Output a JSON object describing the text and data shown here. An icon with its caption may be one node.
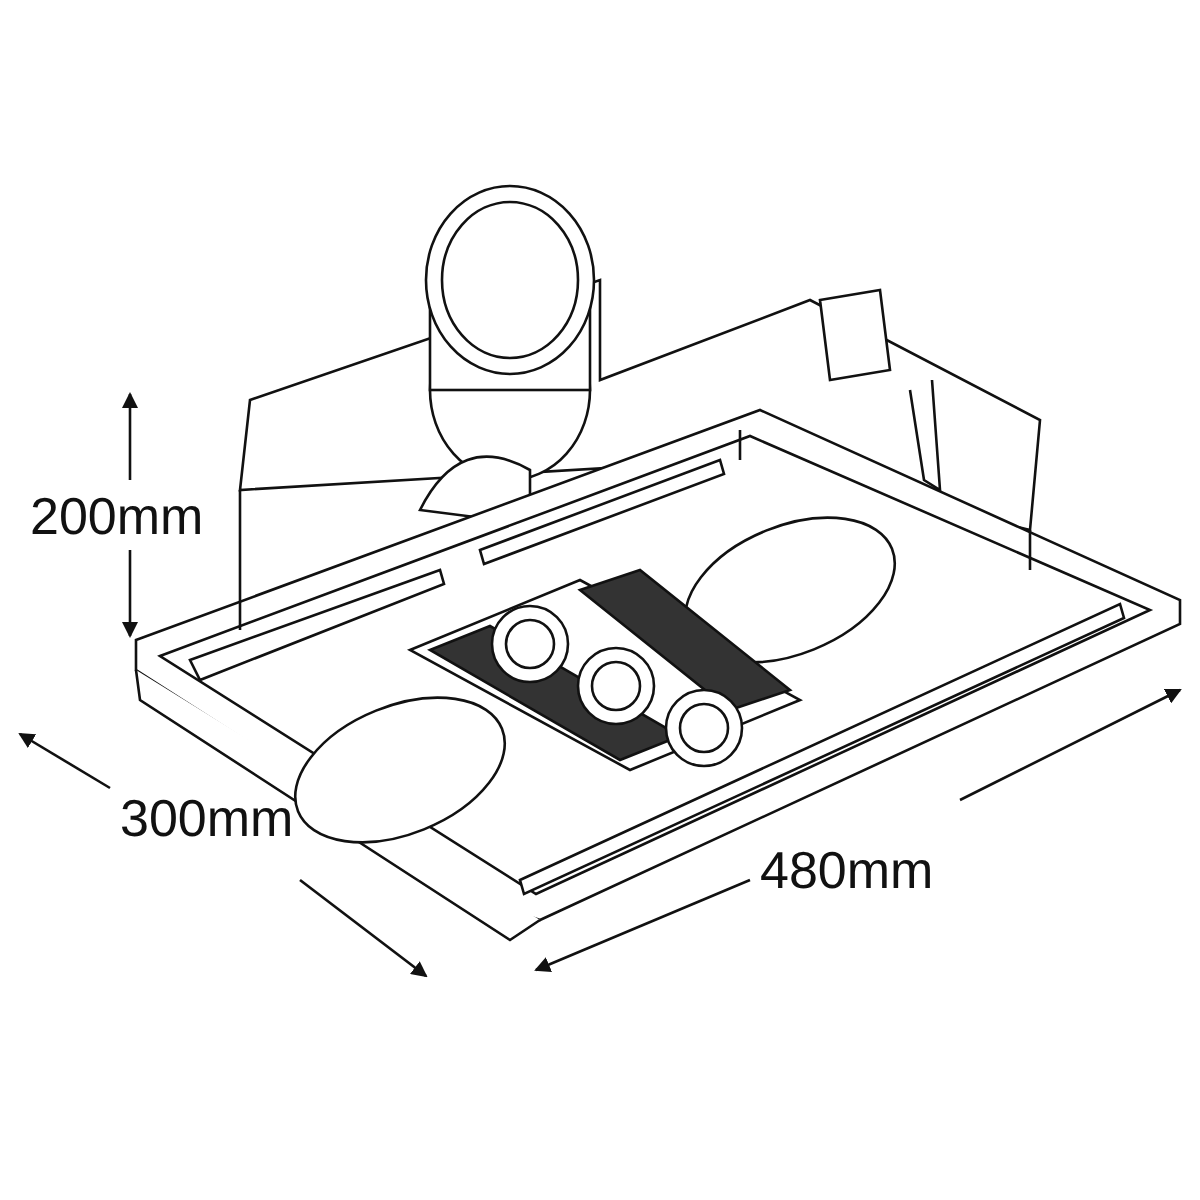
{
  "diagram": {
    "labels": [
      "200mm",
      "300mm",
      "480mm"
    ]
  }
}
